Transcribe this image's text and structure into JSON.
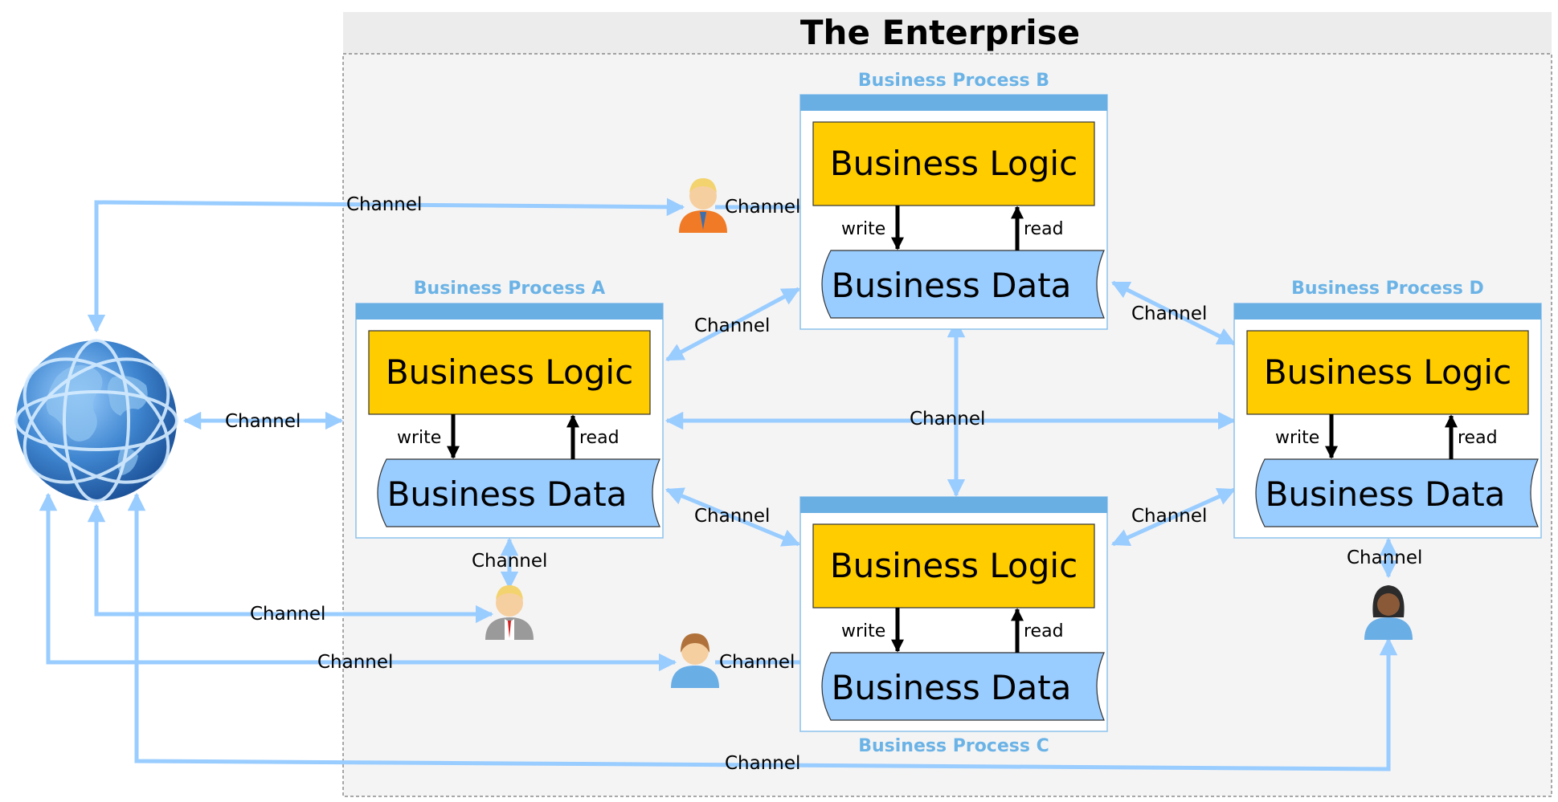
{
  "enterprise": {
    "title": "The Enterprise"
  },
  "processes": {
    "a": {
      "title": "Business Process A",
      "logic": "Business Logic",
      "data": "Business Data",
      "write": "write",
      "read": "read"
    },
    "b": {
      "title": "Business Process B",
      "logic": "Business Logic",
      "data": "Business Data",
      "write": "write",
      "read": "read"
    },
    "c": {
      "title": "Business Process C",
      "logic": "Business Logic",
      "data": "Business Data",
      "write": "write",
      "read": "read"
    },
    "d": {
      "title": "Business Process D",
      "logic": "Business Logic",
      "data": "Business Data",
      "write": "write",
      "read": "read"
    }
  },
  "channel_label": "Channel",
  "colors": {
    "process_title": "#6bb3e6",
    "process_header": "#6aafe3",
    "logic_fill": "#ffcc00",
    "data_fill": "#99ccff",
    "channel_line": "#99ccff",
    "enterprise_bg": "#f4f4f4",
    "title_bar_bg": "#ececec"
  },
  "icons": [
    "globe-icon",
    "person-icon"
  ]
}
